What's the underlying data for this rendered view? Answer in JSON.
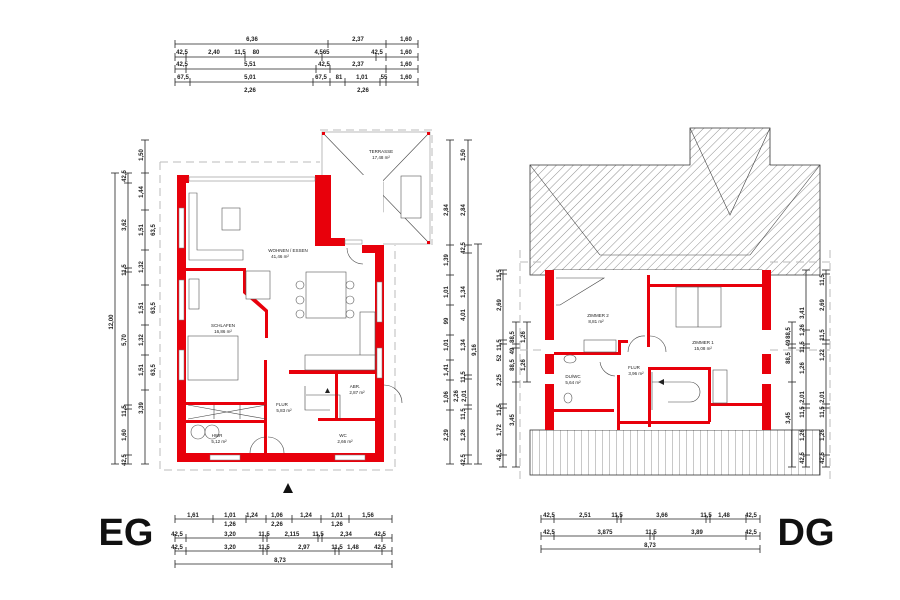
{
  "labels": {
    "eg": "EG",
    "dg": "DG"
  },
  "colors": {
    "wall": "#e8000b",
    "line": "#222222",
    "dash": "#bbbbbb"
  },
  "eg": {
    "rooms": [
      {
        "name": "TERRASSE",
        "area": "17,48 m²"
      },
      {
        "name": "WOHNEN / ESSEN",
        "area": "41,46 m²"
      },
      {
        "name": "SCHLAFEN",
        "area": "16,86 m²"
      },
      {
        "name": "FLUR",
        "area": "5,83 m²"
      },
      {
        "name": "ABR.",
        "area": "2,87 m²"
      },
      {
        "name": "WC",
        "area": "2,66 m²"
      },
      {
        "name": "HWR",
        "area": "5,12 m²"
      }
    ],
    "top_dims": {
      "row1": [
        "6,36",
        "2,37",
        "1,60"
      ],
      "row2": [
        "42,5",
        "2,40",
        "11,5",
        "80",
        "4,565",
        "42,5",
        "1,60"
      ],
      "row3": [
        "42,5",
        "5,51",
        "42,5",
        "2,37",
        "1,60"
      ],
      "row4": [
        "67,5",
        "5,01",
        "67,5",
        "81",
        "1,01",
        "55",
        "1,60"
      ],
      "row5": [
        "2,26",
        "2,26"
      ]
    },
    "bottom_dims": {
      "row1": [
        "1,61",
        "1,01",
        "1,24",
        "1,06",
        "1,24",
        "1,01",
        "1,56"
      ],
      "row1b": [
        "1,26",
        "2,26",
        "1,26"
      ],
      "row2": [
        "42,5",
        "3,20",
        "11,5",
        "2,115",
        "11,5",
        "2,34",
        "42,5"
      ],
      "row3": [
        "42,5",
        "3,20",
        "11,5",
        "2,97",
        "11,5",
        "1,48",
        "42,5"
      ],
      "row4": [
        "8,73"
      ]
    },
    "left_dims": {
      "col1": [
        "12,00"
      ],
      "col2": [
        "42,5",
        "3,62",
        "11,5",
        "5,70",
        "11,5",
        "1,60",
        "42,5"
      ],
      "col3": [
        "1,50",
        "1,44",
        "1,51",
        "1,32",
        "1,51",
        "1,32",
        "1,51",
        "3,39"
      ],
      "col4": [
        "63,5",
        "63,5",
        "63,5"
      ]
    },
    "right_dims": {
      "col1": [
        "2,84",
        "1,39",
        "1,01",
        "99",
        "1,01",
        "1,41",
        "1,06",
        "2,29"
      ],
      "col2": [
        "1,50",
        "2,84",
        "42,5",
        "1,34",
        "4,01",
        "1,34",
        "11,5",
        "2,26",
        "2,01",
        "11,5",
        "1,26",
        "42,5"
      ],
      "col3": [
        "9,16"
      ]
    }
  },
  "dg": {
    "rooms": [
      {
        "name": "ZIMMER 2",
        "area": "8,81 m²"
      },
      {
        "name": "ZIMMER 1",
        "area": "15,08 m²"
      },
      {
        "name": "FLUR",
        "area": "3,96 m²"
      },
      {
        "name": "DU/WC",
        "area": "5,64 m²"
      }
    ],
    "bottom_dims": {
      "row1": [
        "42,5",
        "2,51",
        "11,5",
        "3,66",
        "11,5",
        "1,48",
        "42,5"
      ],
      "row2": [
        "42,5",
        "3,875",
        "11,5",
        "3,89",
        "42,5"
      ],
      "row3": [
        "8,73"
      ]
    },
    "left_dims": {
      "col1": [
        "11,5",
        "2,69",
        "11,5",
        "52",
        "2,25",
        "11,5",
        "1,72",
        "42,5"
      ],
      "col2": [
        "88,5",
        "49",
        "88,5",
        "3,45"
      ],
      "col3": [
        "1,26",
        "1,26"
      ]
    },
    "right_dims": {
      "col1": [
        "88,5",
        "49",
        "88,5",
        "3,45"
      ],
      "col2": [
        "1,26",
        "1,26",
        "3,41",
        "11,5",
        "2,01",
        "11,5",
        "1,26",
        "42,5"
      ],
      "col3": [
        "11,5",
        "2,69",
        "11,5",
        "1,22",
        "2,01",
        "11,5",
        "1,26",
        "42,5"
      ]
    }
  }
}
